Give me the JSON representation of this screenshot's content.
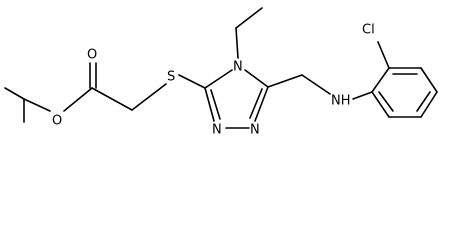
{
  "molecule": {
    "atom_labels": {
      "ester_oxygen": "O",
      "carbonyl_oxygen": "O",
      "thioether_sulfur": "S",
      "ring_n4": "N",
      "ring_n1": "N",
      "ring_n2": "N",
      "amine_nh": "NH",
      "chlorine": "Cl"
    }
  }
}
